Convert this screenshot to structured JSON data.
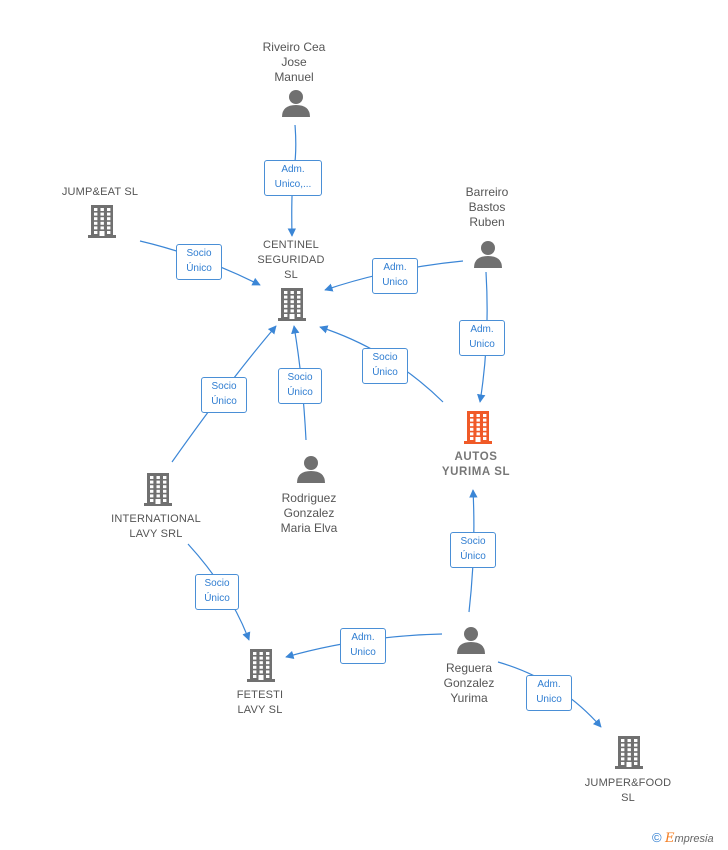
{
  "colors": {
    "edge": "#3b86d6",
    "icon": "#707070",
    "focus_icon": "#f05a28",
    "edge_label_border": "#4a8fd6"
  },
  "nodes": [
    {
      "id": "riveiro",
      "kind": "person",
      "label": "Riveiro Cea\nJose\nManuel"
    },
    {
      "id": "jumpeat",
      "kind": "company",
      "label": "JUMP&EAT  SL"
    },
    {
      "id": "centinel",
      "kind": "company",
      "label": "CENTINEL\nSEGURIDAD\nSL"
    },
    {
      "id": "barreiro",
      "kind": "person",
      "label": "Barreiro\nBastos\nRuben"
    },
    {
      "id": "autos",
      "kind": "company",
      "label": "AUTOS\nYURIMA  SL",
      "focus": true
    },
    {
      "id": "intl",
      "kind": "company",
      "label": "INTERNATIONAL\nLAVY SRL"
    },
    {
      "id": "rodriguez",
      "kind": "person",
      "label": "Rodriguez\nGonzalez\nMaria Elva"
    },
    {
      "id": "fetesti",
      "kind": "company",
      "label": "FETESTI\nLAVY  SL"
    },
    {
      "id": "reguera",
      "kind": "person",
      "label": "Reguera\nGonzalez\nYurima"
    },
    {
      "id": "jumperfood",
      "kind": "company",
      "label": "JUMPER&FOOD\nSL"
    }
  ],
  "edges": [
    {
      "from": "riveiro",
      "to": "centinel",
      "label": "Adm.\nUnico,..."
    },
    {
      "from": "jumpeat",
      "to": "centinel",
      "label": "Socio\nÚnico"
    },
    {
      "from": "barreiro",
      "to": "centinel",
      "label": "Adm.\nUnico"
    },
    {
      "from": "barreiro",
      "to": "autos",
      "label": "Adm.\nUnico"
    },
    {
      "from": "autos",
      "to": "centinel",
      "label": "Socio\nÚnico"
    },
    {
      "from": "intl",
      "to": "centinel",
      "label": "Socio\nÚnico"
    },
    {
      "from": "rodriguez",
      "to": "centinel",
      "label": "Socio\nÚnico"
    },
    {
      "from": "intl",
      "to": "fetesti",
      "label": "Socio\nÚnico"
    },
    {
      "from": "reguera",
      "to": "autos",
      "label": "Socio\nÚnico"
    },
    {
      "from": "reguera",
      "to": "fetesti",
      "label": "Adm.\nUnico"
    },
    {
      "from": "reguera",
      "to": "jumperfood",
      "label": "Adm.\nUnico"
    }
  ],
  "brand": {
    "symbol": "©",
    "initial": "E",
    "rest": "mpresia"
  }
}
